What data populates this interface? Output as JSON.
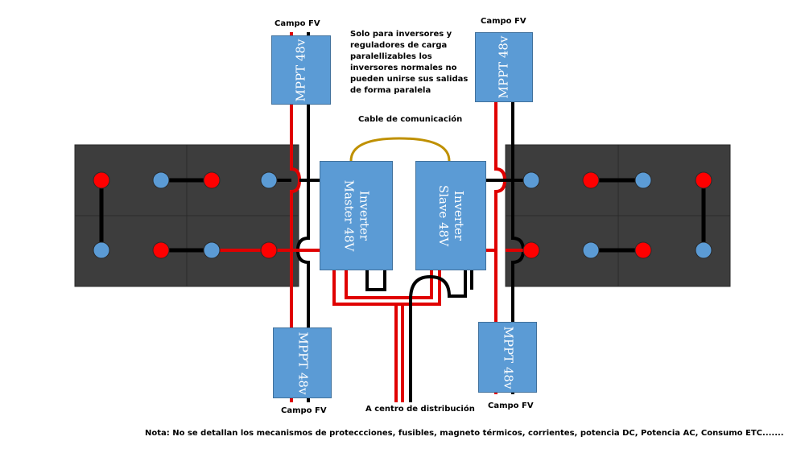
{
  "labels": {
    "campo_fv": "Campo FV",
    "top_note": "Solo para inversores y reguladores de carga paralellizables los inversores normales no pueden unirse sus salidas de forma paralela",
    "cable": "Cable de comunicación",
    "distribucion": "A centro de distribución",
    "bottom_note": "Nota: No se detallan los mecanismos de proteccciones, fusibles, magneto térmicos, corrientes, potencia DC, Potencia AC, Consumo ETC......."
  },
  "mppt_label": "MPPT 48v",
  "inverter_master": "Inverter Master 48V",
  "inverter_slave": "Inverter Slave 48V",
  "colors": {
    "battery": "#3d3d3d",
    "box": "#5b9bd5",
    "positive": "#ff0000",
    "negative": "#5b9bd5",
    "red_wire": "#e00000",
    "black_wire": "#000000",
    "comm_cable": "#bf9000"
  }
}
